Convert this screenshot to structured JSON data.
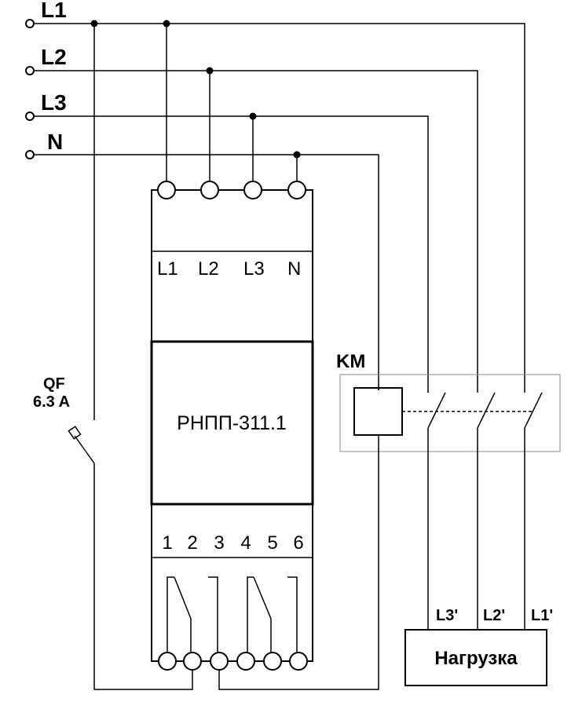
{
  "lines": {
    "l1": "L1",
    "l2": "L2",
    "l3": "L3",
    "n": "N"
  },
  "breaker": {
    "name": "QF",
    "rating": "6.3 A"
  },
  "contactor": {
    "name": "KM"
  },
  "device": {
    "name": "РНПП-311.1",
    "input_terminals": [
      "L1",
      "L2",
      "L3",
      "N"
    ],
    "output_terminals": [
      "1",
      "2",
      "3",
      "4",
      "5",
      "6"
    ]
  },
  "load": {
    "name": "Нагрузка",
    "phases": [
      "L3'",
      "L2'",
      "L1'"
    ]
  }
}
